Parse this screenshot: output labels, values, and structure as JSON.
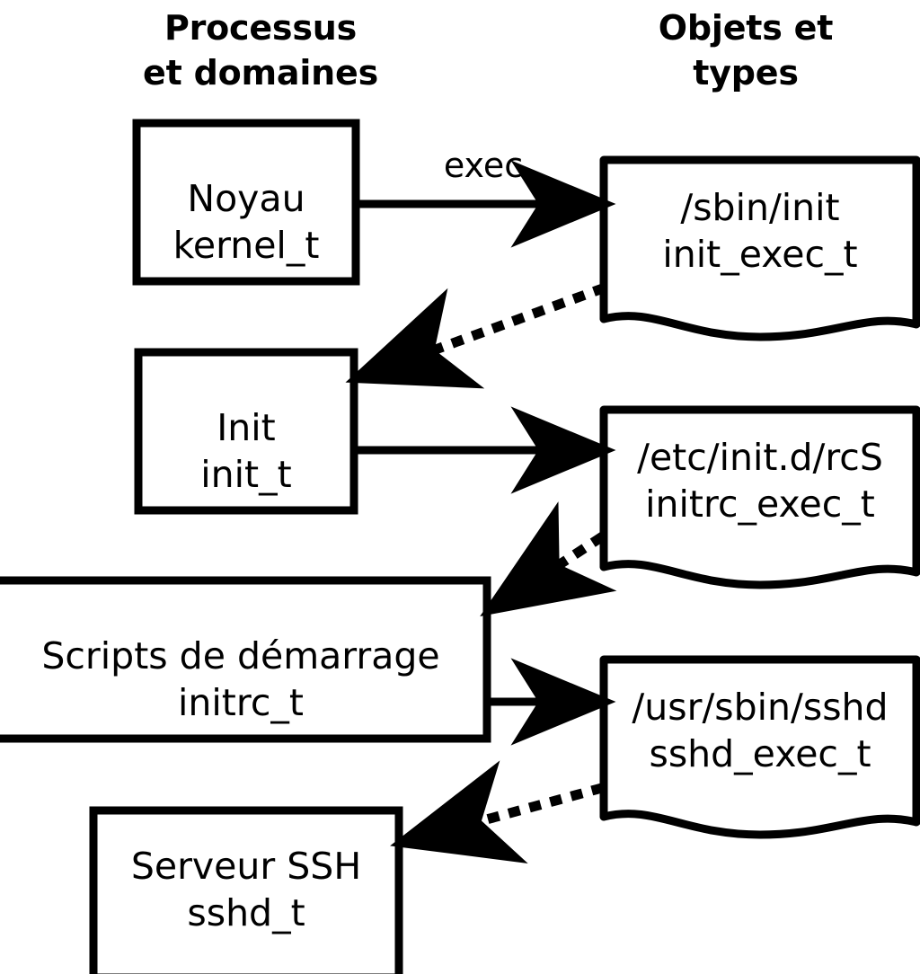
{
  "diagram": {
    "title_left": "Processus\net domaines",
    "title_right": "Objets et\ntypes",
    "stroke_color": "#000000",
    "fill_color": "#ffffff",
    "processes": [
      {
        "name": "Noyau",
        "type": "kernel_t",
        "label": "Noyau\nkernel_t"
      },
      {
        "name": "Init",
        "type": "init_t",
        "label": "Init\ninit_t"
      },
      {
        "name": "Scripts de démarrage",
        "type": "initrc_t",
        "label": "Scripts de démarrage\ninitrc_t"
      },
      {
        "name": "Serveur SSH",
        "type": "sshd_t",
        "label": "Serveur SSH\nsshd_t"
      }
    ],
    "objects": [
      {
        "path": "/sbin/init",
        "type": "init_exec_t",
        "label": "/sbin/init\ninit_exec_t"
      },
      {
        "path": "/etc/init.d/rcS",
        "type": "initrc_exec_t",
        "label": "/etc/init.d/rcS\ninitrc_exec_t"
      },
      {
        "path": "/usr/sbin/sshd",
        "type": "sshd_exec_t",
        "label": "/usr/sbin/sshd\nsshd_exec_t"
      }
    ],
    "edges": [
      {
        "from": "kernel_t",
        "to": "init_exec_t",
        "label": "exec",
        "style": "solid"
      },
      {
        "from": "init_exec_t",
        "to": "init_t",
        "label": "",
        "style": "dotted"
      },
      {
        "from": "init_t",
        "to": "initrc_exec_t",
        "label": "",
        "style": "solid"
      },
      {
        "from": "initrc_exec_t",
        "to": "initrc_t",
        "label": "",
        "style": "dotted"
      },
      {
        "from": "initrc_t",
        "to": "sshd_exec_t",
        "label": "",
        "style": "solid"
      },
      {
        "from": "sshd_exec_t",
        "to": "sshd_t",
        "label": "",
        "style": "dotted"
      }
    ],
    "exec_label": "exec"
  }
}
